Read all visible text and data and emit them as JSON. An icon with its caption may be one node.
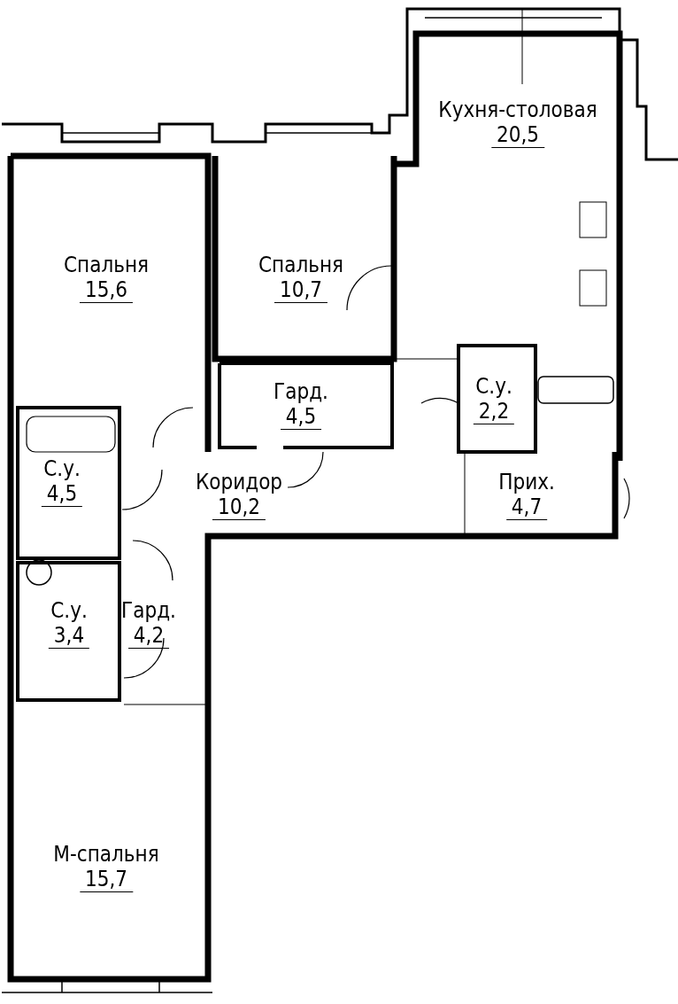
{
  "diagram": {
    "nodes": [
      {
        "text": [
          "Кухня-столовая",
          "20,5"
        ]
      },
      {
        "text": [
          "Спальня",
          "15,6"
        ]
      },
      {
        "text": [
          "Спальня",
          "10,7"
        ]
      },
      {
        "text": [
          "Гард.",
          "4,5"
        ]
      },
      {
        "text": [
          "С.у.",
          "2,2"
        ]
      },
      {
        "text": [
          "С.у.",
          "4,5"
        ]
      },
      {
        "text": [
          "Коридор",
          "10,2"
        ]
      },
      {
        "text": [
          "Прих.",
          "4,7"
        ]
      },
      {
        "text": [
          "Гард.",
          "4,2"
        ]
      },
      {
        "text": [
          "С.у.",
          "3,4"
        ]
      },
      {
        "text": [
          "М-спальня",
          "15,7"
        ]
      }
    ]
  }
}
